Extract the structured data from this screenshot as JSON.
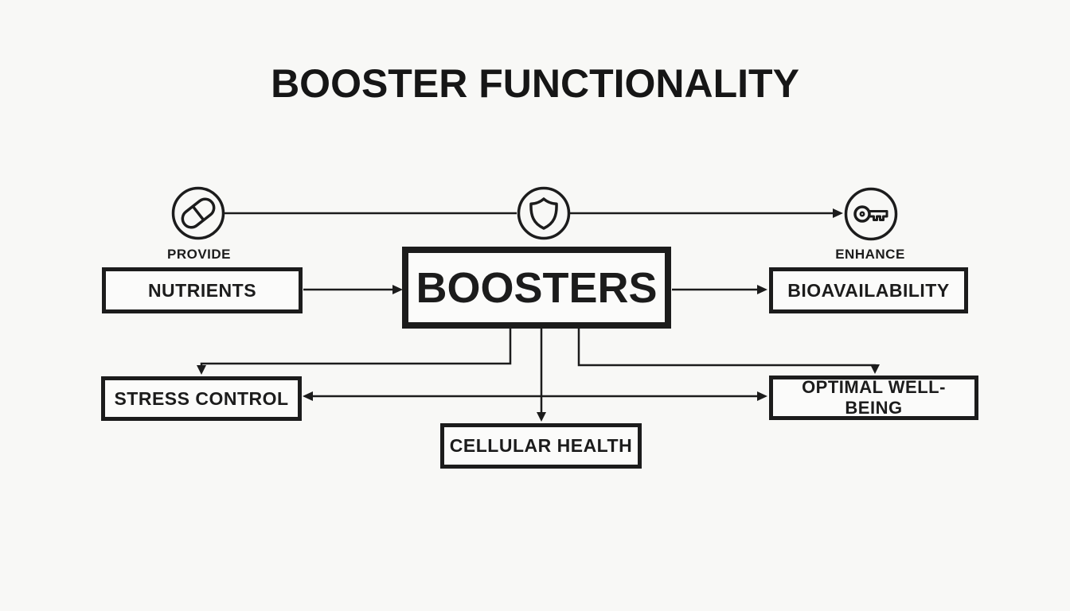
{
  "title": "BOOSTER FUNCTIONALITY",
  "colors": {
    "ink": "#1c1c1c",
    "background": "#f8f8f6"
  },
  "flow_labels": {
    "provide": "PROVIDE",
    "enhance": "ENHANCE"
  },
  "center_node": {
    "label": "BOOSTERS"
  },
  "nodes": {
    "nutrients": {
      "label": "NUTRIENTS"
    },
    "bioavailability": {
      "label": "BIOAVAILABILITY"
    },
    "stress_control": {
      "label": "STRESS CONTROL"
    },
    "cellular_health": {
      "label": "CELLULAR HEALTH"
    },
    "optimal_well_being": {
      "label": "OPTIMAL WELL-BEING"
    }
  },
  "icons": [
    {
      "name": "pill-icon"
    },
    {
      "name": "shield-icon"
    },
    {
      "name": "key-icon"
    }
  ]
}
